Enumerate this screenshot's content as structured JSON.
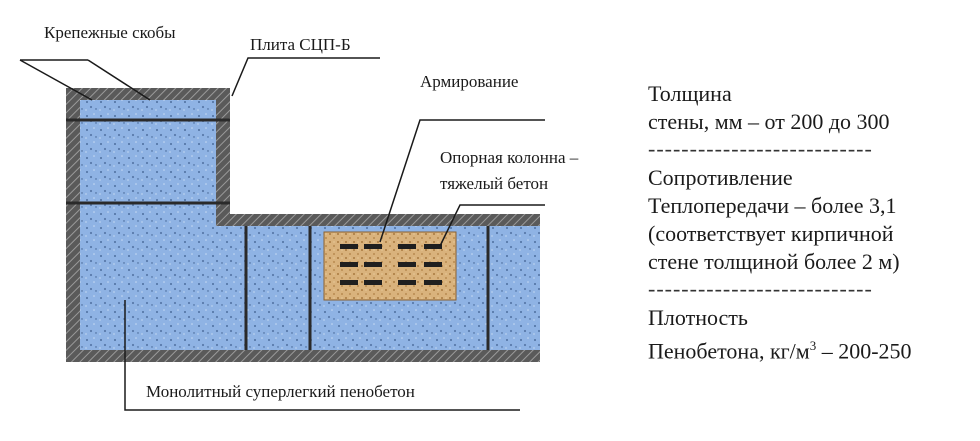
{
  "labels": {
    "brackets": "Крепежные скобы",
    "slab": "Плита СЦП-Б",
    "reinforcement": "Армирование",
    "column_line1": "Опорная колонна –",
    "column_line2": "тяжелый бетон",
    "foam_concrete": "Монолитный суперлегкий пенобетон"
  },
  "specs": {
    "thickness_line1": "Толщина",
    "thickness_line2": "стены, мм – от 200 до 300",
    "separator": "---------------------------",
    "resistance_line1": "Сопротивление",
    "resistance_line2": "Теплопередачи – более 3,1",
    "resistance_line3": "(соответствует кирпичной",
    "resistance_line4": "стене толщиной более 2 м)",
    "density_line1": "Плотность",
    "density_line2_a": "Пенобетона, кг/м",
    "density_sup": "3",
    "density_line2_b": " – 200-250"
  },
  "colors": {
    "foam": "#8fb3e4",
    "frame": "#4a4a4a",
    "column": "#d9b27c"
  }
}
